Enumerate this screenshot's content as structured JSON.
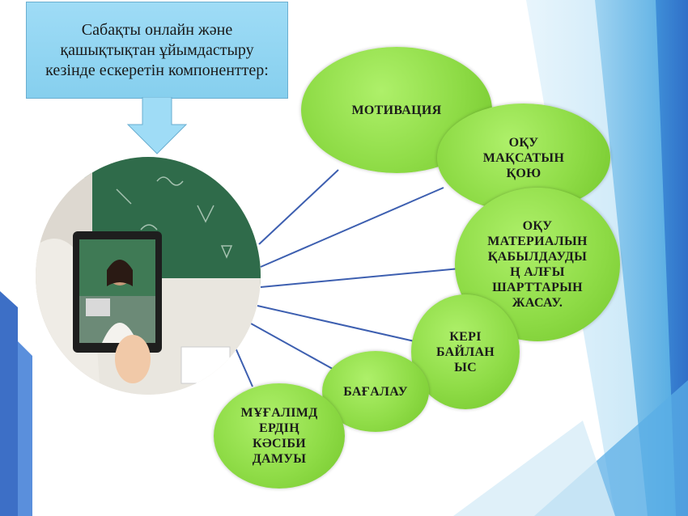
{
  "title_box": {
    "text": "Сабақты онлайн және қашықтықтан ұйымдастыру кезінде ескеретін компоненттер:"
  },
  "photo": {
    "icon": "teacher-video-call-photo"
  },
  "colors": {
    "bubble_green": "#8fdc47",
    "title_box_blue": "#9fdcf6",
    "connector_blue": "#3d5fb0",
    "accent_blue": "#4b7fd6"
  },
  "nodes": [
    {
      "id": "motivation",
      "label": "МОТИВАЦИЯ"
    },
    {
      "id": "goal",
      "label": "ОҚУ\nМАҚСАТЫН\nҚОЮ"
    },
    {
      "id": "prerequisites",
      "label": "ОҚУ\nМАТЕРИАЛЫН\nҚАБЫЛДАУДЫ\nҢ АЛҒЫ\nШАРТТАРЫН\nЖАСАУ."
    },
    {
      "id": "feedback",
      "label": "КЕРІ\nБАЙЛАН\nЫС"
    },
    {
      "id": "assessment",
      "label": "БАҒАЛАУ"
    },
    {
      "id": "teacher_dev",
      "label": "МҰҒАЛІМД\nЕРДІҢ\nКӘСІБИ\nДАМУЫ"
    }
  ]
}
